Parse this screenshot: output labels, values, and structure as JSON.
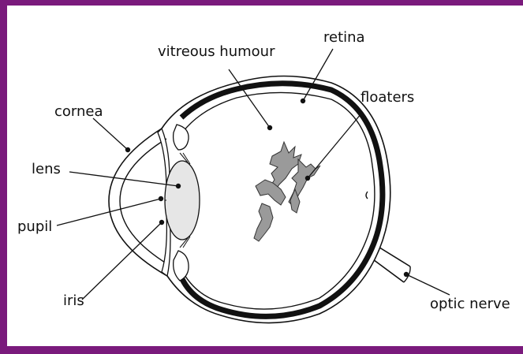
{
  "colors": {
    "frame": "#7a1a7c",
    "lens_fill": "#e6e6e6",
    "retina": "#111111"
  },
  "labels": {
    "vitreous_humour": "vitreous humour",
    "retina": "retina",
    "floaters": "floaters",
    "cornea": "cornea",
    "lens": "lens",
    "pupil": "pupil",
    "iris": "iris",
    "optic_nerve": "optic nerve"
  }
}
